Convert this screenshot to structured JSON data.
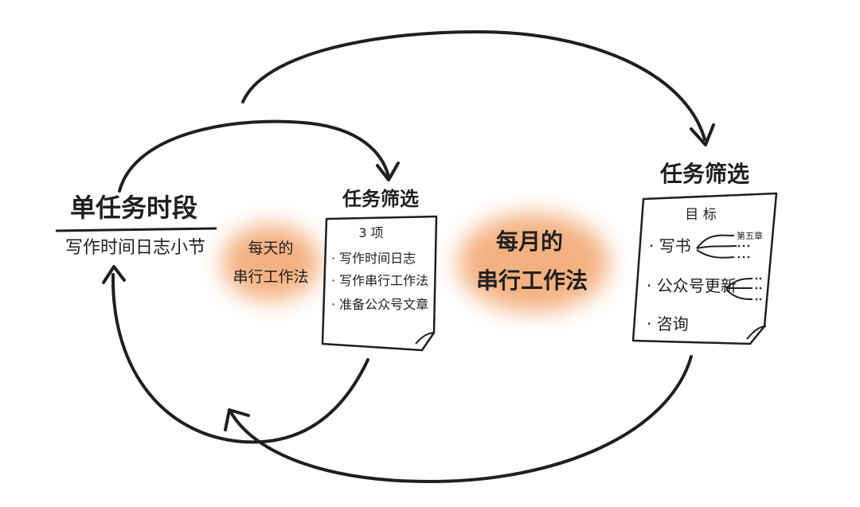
{
  "left_node": {
    "title": "单任务时段",
    "subtitle": "写作时间日志小节"
  },
  "daily_cycle": {
    "label_line1": "每天的",
    "label_line2": "串行工作法"
  },
  "daily_tasks": {
    "heading": "任务筛选",
    "list_title": "3 项",
    "items": [
      "· 写作时间日志",
      "· 写作串行工作法",
      "· 准备公众号文章"
    ]
  },
  "monthly_cycle": {
    "label_line1": "每月的",
    "label_line2": "串行工作法"
  },
  "monthly_tasks": {
    "heading": "任务筛选",
    "list_title": "目 标",
    "goals": [
      {
        "label": "· 写书",
        "sub": "第五章"
      },
      {
        "label": "· 公众号更新",
        "sub": ""
      },
      {
        "label": "· 咨询",
        "sub": ""
      }
    ]
  },
  "colors": {
    "ink": "#1f1f1f",
    "highlight": "#f2a46c",
    "paper": "#ffffff"
  },
  "icons": {
    "arrowhead": "chevron-arrow-icon",
    "note_curl": "page-curl-icon"
  }
}
